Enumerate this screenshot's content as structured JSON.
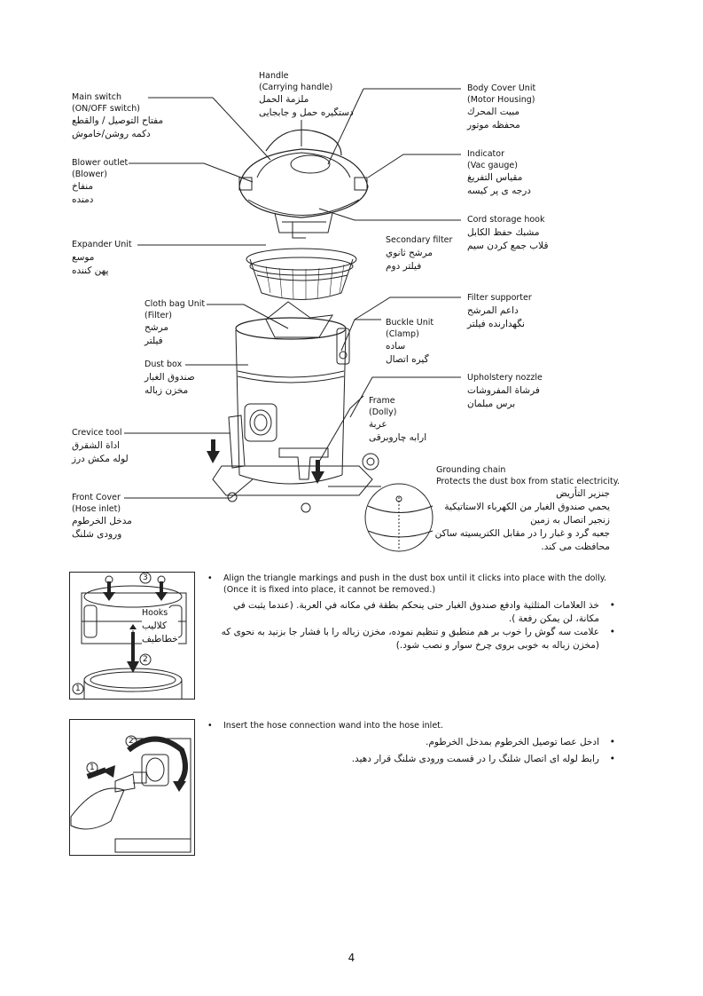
{
  "labels": {
    "handle": [
      "Handle",
      "(Carrying handle)",
      "ملزمة الحمل",
      "دستگیره حمل و جابجایی"
    ],
    "main_switch": [
      "Main switch",
      "(ON/OFF switch)",
      "مفتاح التوصيل / والقطع",
      "دکمه روشن/خاموش"
    ],
    "blower_outlet": [
      "Blower outlet",
      "(Blower)",
      "منفاخ",
      "دمنده"
    ],
    "expander_unit": [
      "Expander Unit",
      "موسع",
      "پهن کننده"
    ],
    "cloth_bag": [
      "Cloth bag Unit",
      "(Filter)",
      "مرشح",
      "فيلتر"
    ],
    "dust_box": [
      "Dust box",
      "صندوق الغبار",
      "مخزن زباله"
    ],
    "crevice_tool": [
      "Crevice tool",
      "اداة الشقرق",
      "لوله مکش درز"
    ],
    "front_cover": [
      "Front Cover",
      "(Hose inlet)",
      "مدخل الخرطوم",
      "ورودی شلنگ"
    ],
    "body_cover": [
      "Body Cover Unit",
      "(Motor Housing)",
      "مبيت المحرك",
      "محفظه موتور"
    ],
    "indicator": [
      "Indicator",
      "(Vac gauge)",
      "مقياس التفريغ",
      "درجه ی پر کیسه"
    ],
    "cord_hook": [
      "Cord storage hook",
      "مشبك حفظ الكابل",
      "قلاب جمع کردن سیم"
    ],
    "secondary_filter": [
      "Secondary filter",
      "مرشح ثانوي",
      "فیلتر دوم"
    ],
    "filter_supporter": [
      "Filter supporter",
      "داعم المرشح",
      "نگهدارنده فيلتر"
    ],
    "buckle_unit": [
      "Buckle Unit",
      "(Clamp)",
      "ساده",
      "گیره اتصال"
    ],
    "upholstery": [
      "Upholstery nozzle",
      "فرشاة المفروشات",
      "برس مبلمان"
    ],
    "frame": [
      "Frame",
      "(Dolly)",
      "عربة",
      "ارابه چاروبرقی"
    ],
    "grounding": [
      "Grounding chain",
      "Protects the dust box from static electricity.",
      "جنزير التأريض",
      "يحمي صندوق الغبار من الكهرباء الاستاتيكية",
      "زنجیر اتصال به زمین",
      "جعبه گرد و غبار را در مقابل الکتریسیته ساکن",
      "محافظت می کند."
    ]
  },
  "fig1": {
    "hooks": "Hooks",
    "hooks_ar": "كلاليب",
    "hooks_fa": "خطاطیف",
    "n1": "1",
    "n2": "2",
    "n3": "3"
  },
  "fig2": {
    "n1": "1",
    "n2": "2"
  },
  "instructions": {
    "block1_en_1": "Align the triangle markings and push in the dust box until it clicks into place with the dolly.",
    "block1_en_2": "(Once it is fixed into place, it cannot be removed.)",
    "block1_ar_1": "خذ العلامات المثلثية وادفع صندوق الغبار حتى ينحكم بطقة في مكانه في العربة. (عندما يثبت في",
    "block1_ar_2": "مكانة، لن يمكن رفعة ).",
    "block1_fa_1": "علامت سه گوش را خوب بر هم منطبق و تنظیم نموده، مخزن زباله را با فشار جا بزنید به نحوی که",
    "block1_fa_2": "(مخزن زباله به خوبی بروی چرخ سوار و نصب شود.)",
    "block2_en": "Insert the hose connection wand into the hose inlet.",
    "block2_ar": "ادخل عصا توصيل الخرطوم بمدخل الخرطوم.",
    "block2_fa": "رابط لوله ای اتصال شلنگ را در قسمت ورودی شلنگ قرار دهید.",
    "bullet": "•"
  },
  "page_number": "4"
}
